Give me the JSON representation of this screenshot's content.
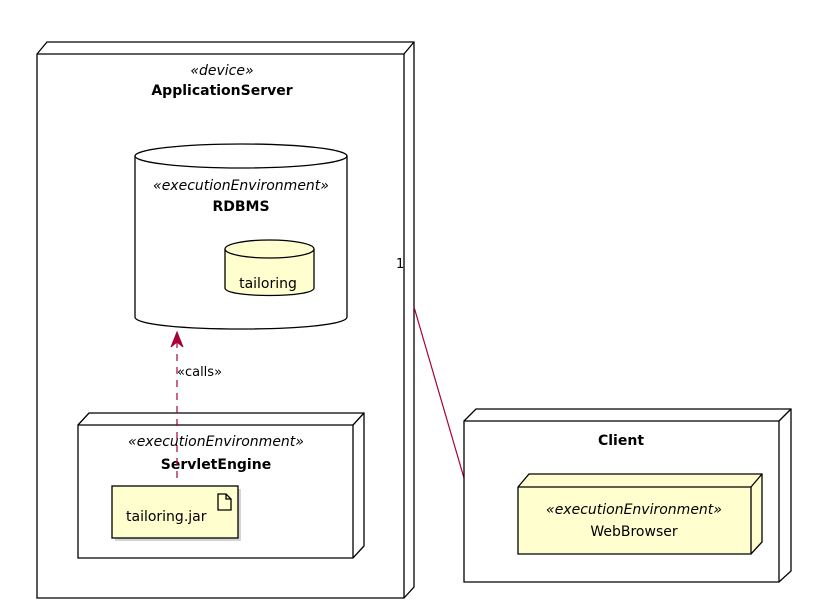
{
  "nodes": {
    "application_server": {
      "stereotype": "«device»",
      "name": "ApplicationServer"
    },
    "rdbms": {
      "stereotype": "«executionEnvironment»",
      "name": "RDBMS"
    },
    "tailoring_db": {
      "name": "tailoring"
    },
    "servlet_engine": {
      "stereotype": "«executionEnvironment»",
      "name": "ServletEngine"
    },
    "tailoring_jar": {
      "name": "tailoring.jar"
    },
    "client": {
      "name": "Client"
    },
    "web_browser": {
      "stereotype": "«executionEnvironment»",
      "name": "WebBrowser"
    }
  },
  "edges": {
    "calls": {
      "label": "«calls»"
    },
    "association": {
      "source_multiplicity": "1",
      "target_multiplicity": "*"
    }
  },
  "colors": {
    "note_fill": "#FEFECE",
    "line": "#000000",
    "edge": "#A80036",
    "background": "#FFFFFF"
  }
}
